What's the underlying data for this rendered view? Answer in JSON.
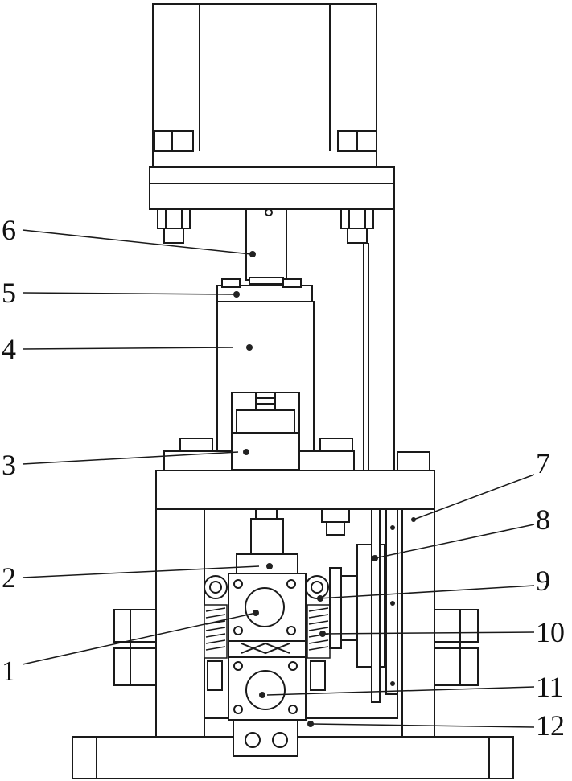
{
  "callouts": [
    {
      "id": "1",
      "label": "1"
    },
    {
      "id": "2",
      "label": "2"
    },
    {
      "id": "3",
      "label": "3"
    },
    {
      "id": "4",
      "label": "4"
    },
    {
      "id": "5",
      "label": "5"
    },
    {
      "id": "6",
      "label": "6"
    },
    {
      "id": "7",
      "label": "7"
    },
    {
      "id": "8",
      "label": "8"
    },
    {
      "id": "9",
      "label": "9"
    },
    {
      "id": "10",
      "label": "10"
    },
    {
      "id": "11",
      "label": "11"
    },
    {
      "id": "12",
      "label": "12"
    }
  ],
  "colors": {
    "stroke": "#1a1a1a",
    "fill": "#ffffff",
    "marker": "#222222"
  }
}
